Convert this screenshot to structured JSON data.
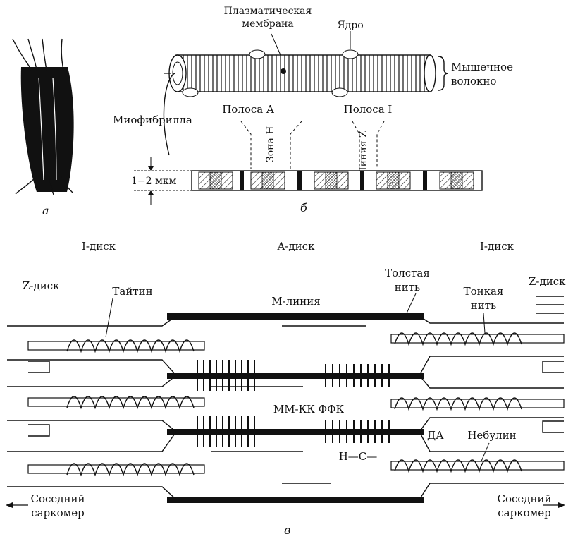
{
  "panel_a": {
    "caption": "а"
  },
  "panel_b": {
    "caption": "б",
    "labels": {
      "membrane": "Плазматическая\nмембрана",
      "nucleus": "Ядро",
      "fiber": "Мышечное\nволокно",
      "myofibril": "Миофибрилла",
      "band_a": "Полоса A",
      "band_i": "Полоса I",
      "zone_h": "Зона H",
      "line_z": "Линия Z",
      "size": "1−2 мкм"
    }
  },
  "panel_v": {
    "caption": "в",
    "labels": {
      "i_disk_left": "I-диск",
      "a_disk": "A-диск",
      "i_disk_right": "I-диск",
      "z_disk_left": "Z-диск",
      "z_disk_right": "Z-диск",
      "titin": "Тайтин",
      "m_line": "М-линия",
      "thick": "Толстая\nнить",
      "thin": "Тонкая\nнить",
      "mmkk": "ММ-КК ФФК",
      "da": "ДА",
      "nebulin": "Небулин",
      "hc": "H—C—",
      "neighbor_left": "Соседний\nсаркомер",
      "neighbor_right": "Соседний\nсаркомер"
    }
  }
}
